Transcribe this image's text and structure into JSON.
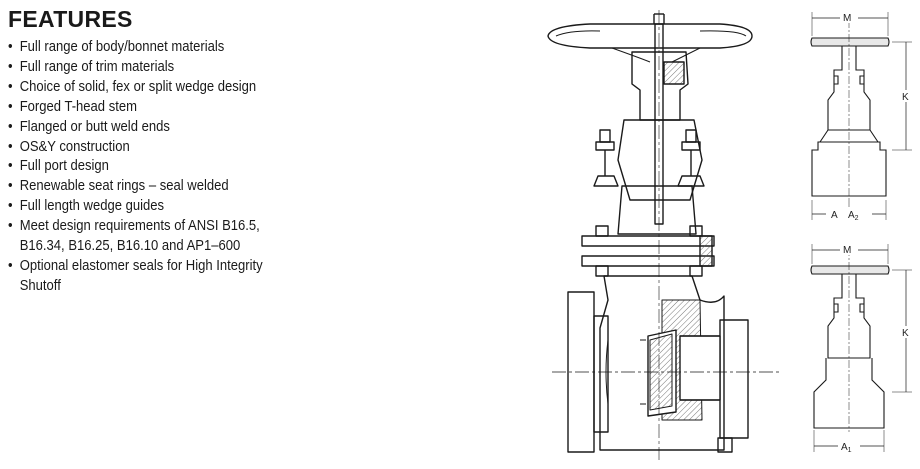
{
  "features": {
    "title": "FEATURES",
    "items": [
      {
        "line1": "Full range of body/bonnet materials",
        "line2": ""
      },
      {
        "line1": "Full range of trim materials",
        "line2": ""
      },
      {
        "line1": "Choice of solid, fex or split wedge design",
        "line2": ""
      },
      {
        "line1": "Forged T-head stem",
        "line2": ""
      },
      {
        "line1": "Flanged or butt weld ends",
        "line2": ""
      },
      {
        "line1": "OS&Y construction",
        "line2": ""
      },
      {
        "line1": "Full port design",
        "line2": ""
      },
      {
        "line1": "Renewable seat rings – seal welded",
        "line2": ""
      },
      {
        "line1": "Full length wedge guides",
        "line2": ""
      },
      {
        "line1": "Meet design requirements of ANSI B16.5,",
        "line2": "B16.34, B16.25, B16.10 and AP1–600"
      },
      {
        "line1": "Optional elastomer seals for High Integrity",
        "line2": "Shutoff"
      }
    ]
  },
  "dimensions": {
    "top": {
      "m": "M",
      "k": "K",
      "a": "A",
      "a2_main": "A",
      "a2_sub": "2"
    },
    "bottom": {
      "m": "M",
      "k": "K",
      "a1_main": "A",
      "a1_sub": "1"
    }
  }
}
